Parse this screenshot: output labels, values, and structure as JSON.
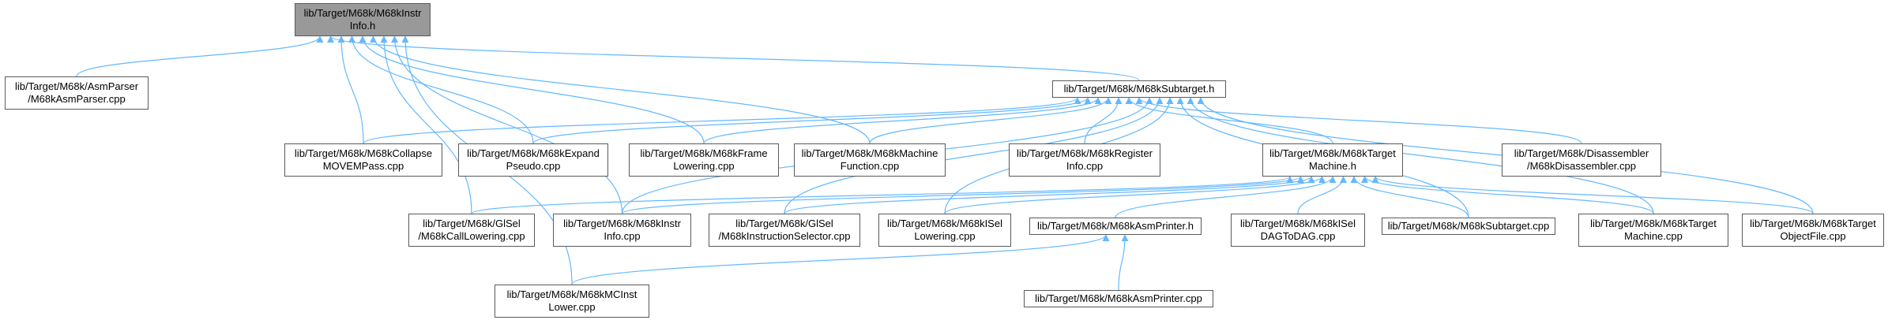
{
  "colors": {
    "edge": "#63b8ff",
    "node_border": "#5a5a5a",
    "root_fill": "#999999",
    "node_fill": "#ffffff"
  },
  "nodes": [
    {
      "id": "instrinfo_h",
      "label": "lib/Target/M68k/M68kInstr\nInfo.h",
      "root": true
    },
    {
      "id": "asmparser_cpp",
      "label": "lib/Target/M68k/AsmParser\n/M68kAsmParser.cpp"
    },
    {
      "id": "subtarget_h",
      "label": "lib/Target/M68k/M68kSubtarget.h"
    },
    {
      "id": "collapse_cpp",
      "label": "lib/Target/M68k/M68kCollapse\nMOVEMPass.cpp"
    },
    {
      "id": "expand_cpp",
      "label": "lib/Target/M68k/M68kExpand\nPseudo.cpp"
    },
    {
      "id": "frame_cpp",
      "label": "lib/Target/M68k/M68kFrame\nLowering.cpp"
    },
    {
      "id": "machinefn_cpp",
      "label": "lib/Target/M68k/M68kMachine\nFunction.cpp"
    },
    {
      "id": "register_cpp",
      "label": "lib/Target/M68k/M68kRegister\nInfo.cpp"
    },
    {
      "id": "targetmachine_h",
      "label": "lib/Target/M68k/M68kTarget\nMachine.h"
    },
    {
      "id": "disasm_cpp",
      "label": "lib/Target/M68k/Disassembler\n/M68kDisassembler.cpp"
    },
    {
      "id": "calllowering_cpp",
      "label": "lib/Target/M68k/GlSel\n/M68kCallLowering.cpp"
    },
    {
      "id": "instrinfo_cpp",
      "label": "lib/Target/M68k/M68kInstr\nInfo.cpp"
    },
    {
      "id": "instrselector_cpp",
      "label": "lib/Target/M68k/GlSel\n/M68kInstructionSelector.cpp"
    },
    {
      "id": "isellowering_cpp",
      "label": "lib/Target/M68k/M68kISel\nLowering.cpp"
    },
    {
      "id": "asmprinter_h",
      "label": "lib/Target/M68k/M68kAsmPrinter.h"
    },
    {
      "id": "iseldag_cpp",
      "label": "lib/Target/M68k/M68kISel\nDAGToDAG.cpp"
    },
    {
      "id": "subtarget_cpp",
      "label": "lib/Target/M68k/M68kSubtarget.cpp"
    },
    {
      "id": "targetmachine_cpp",
      "label": "lib/Target/M68k/M68kTarget\nMachine.cpp"
    },
    {
      "id": "targetobj_cpp",
      "label": "lib/Target/M68k/M68kTarget\nObjectFile.cpp"
    },
    {
      "id": "mcinstlower_cpp",
      "label": "lib/Target/M68k/M68kMCInst\nLower.cpp"
    },
    {
      "id": "asmprinter_cpp",
      "label": "lib/Target/M68k/M68kAsmPrinter.cpp"
    }
  ],
  "edges": [
    [
      "asmparser_cpp",
      "instrinfo_h"
    ],
    [
      "subtarget_h",
      "instrinfo_h"
    ],
    [
      "collapse_cpp",
      "instrinfo_h"
    ],
    [
      "expand_cpp",
      "instrinfo_h"
    ],
    [
      "frame_cpp",
      "instrinfo_h"
    ],
    [
      "machinefn_cpp",
      "instrinfo_h"
    ],
    [
      "calllowering_cpp",
      "instrinfo_h"
    ],
    [
      "instrinfo_cpp",
      "instrinfo_h"
    ],
    [
      "mcinstlower_cpp",
      "instrinfo_h"
    ],
    [
      "collapse_cpp",
      "subtarget_h"
    ],
    [
      "expand_cpp",
      "subtarget_h"
    ],
    [
      "frame_cpp",
      "subtarget_h"
    ],
    [
      "machinefn_cpp",
      "subtarget_h"
    ],
    [
      "register_cpp",
      "subtarget_h"
    ],
    [
      "targetmachine_h",
      "subtarget_h"
    ],
    [
      "disasm_cpp",
      "subtarget_h"
    ],
    [
      "instrinfo_cpp",
      "subtarget_h"
    ],
    [
      "instrselector_cpp",
      "subtarget_h"
    ],
    [
      "isellowering_cpp",
      "subtarget_h"
    ],
    [
      "subtarget_cpp",
      "subtarget_h"
    ],
    [
      "targetmachine_cpp",
      "subtarget_h"
    ],
    [
      "targetobj_cpp",
      "subtarget_h"
    ],
    [
      "calllowering_cpp",
      "targetmachine_h"
    ],
    [
      "instrinfo_cpp",
      "targetmachine_h"
    ],
    [
      "instrselector_cpp",
      "targetmachine_h"
    ],
    [
      "isellowering_cpp",
      "targetmachine_h"
    ],
    [
      "asmprinter_h",
      "targetmachine_h"
    ],
    [
      "iseldag_cpp",
      "targetmachine_h"
    ],
    [
      "subtarget_cpp",
      "targetmachine_h"
    ],
    [
      "targetmachine_cpp",
      "targetmachine_h"
    ],
    [
      "targetobj_cpp",
      "targetmachine_h"
    ],
    [
      "mcinstlower_cpp",
      "asmprinter_h"
    ],
    [
      "asmprinter_cpp",
      "asmprinter_h"
    ]
  ]
}
